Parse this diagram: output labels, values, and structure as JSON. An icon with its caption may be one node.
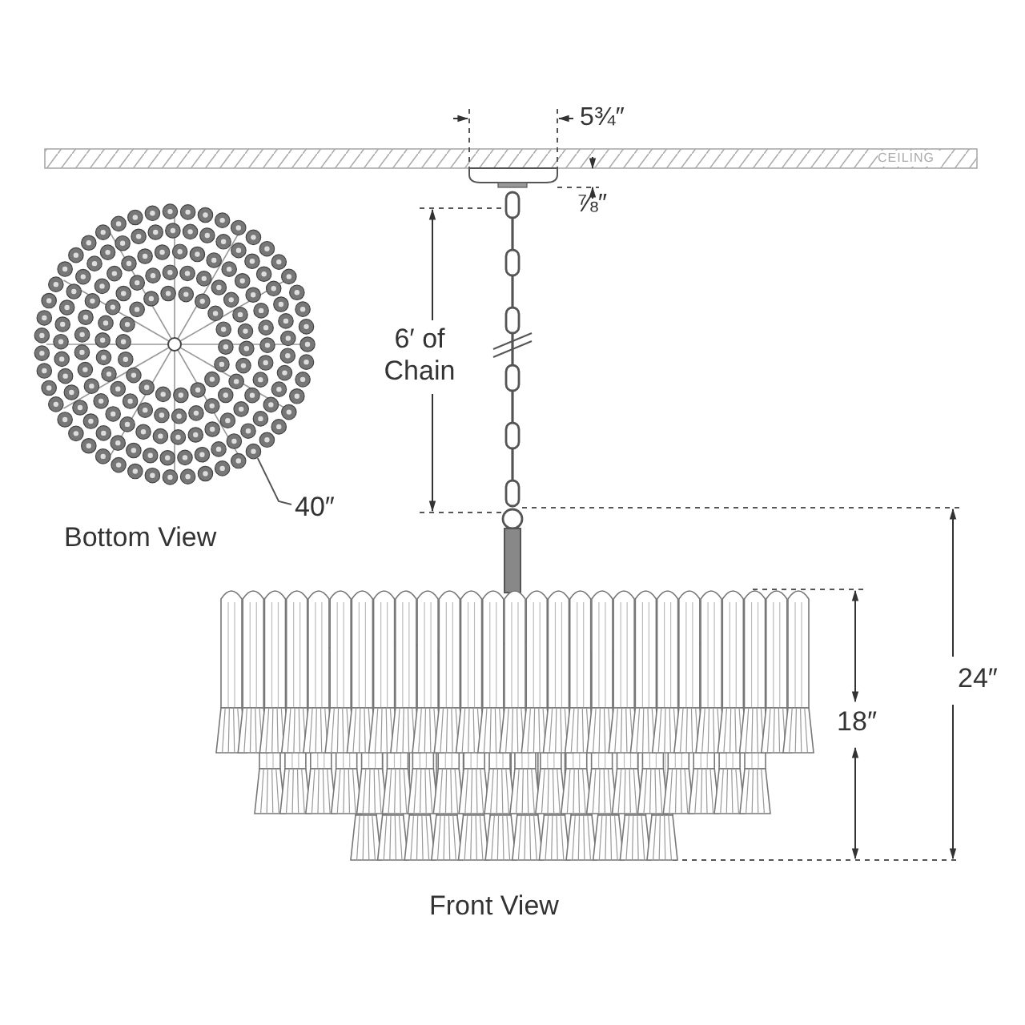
{
  "diagram": {
    "nodes": [
      {
        "text": [
          "40″"
        ]
      },
      {
        "text": [],
        "shape": "picture"
      }
    ],
    "edges": [
      {
        "from": 0,
        "to": 1,
        "arrow": "none"
      }
    ],
    "labels": [
      "5¾″",
      "CEILING",
      "⅞″",
      "6′ of Chain",
      "Bottom View",
      "24″",
      "18″",
      "Front View"
    ]
  }
}
